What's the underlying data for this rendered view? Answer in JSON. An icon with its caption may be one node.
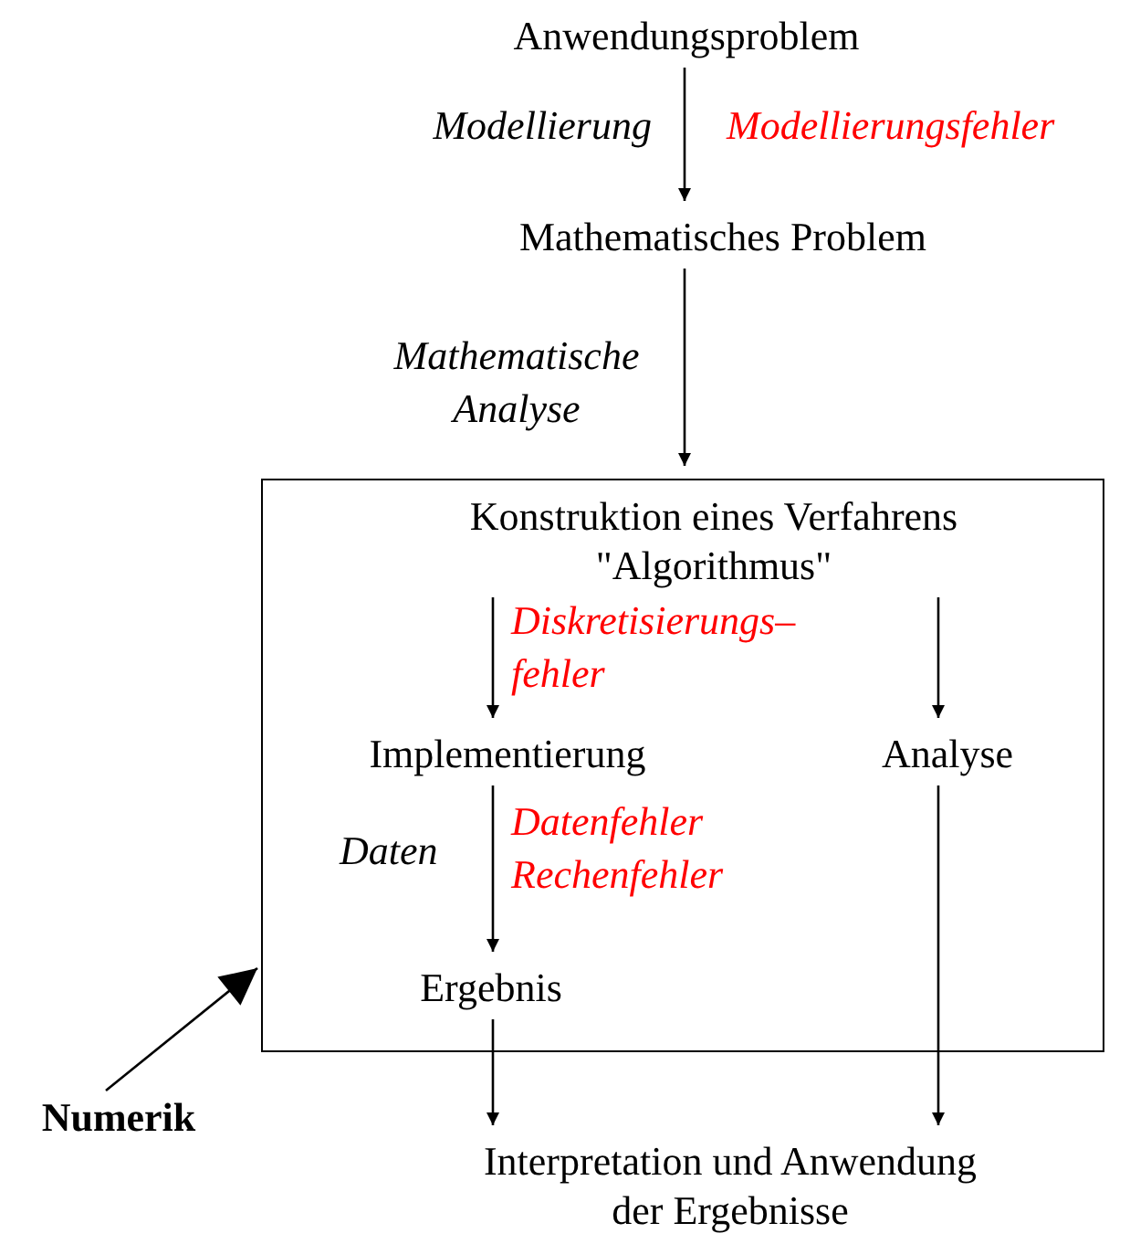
{
  "diagram": {
    "nodes": [
      {
        "text": [
          "Anwendungsproblem"
        ]
      },
      {
        "text": [
          "Mathematisches Problem"
        ]
      },
      {
        "text": [],
        "shape": "box"
      },
      {
        "text": [
          "Konstruktion eines Verfahrens \"Algorithmus\""
        ],
        "in": 2
      },
      {
        "text": [
          "Implementierung"
        ],
        "in": 2
      },
      {
        "text": [
          "Analyse"
        ],
        "in": 2
      },
      {
        "text": [
          "Ergebnis"
        ],
        "in": 2
      },
      {
        "text": [
          "Interpretation und Anwendung der Ergebnisse"
        ]
      },
      {
        "text": [
          "Numerik"
        ]
      }
    ],
    "edges": [
      {
        "from": 0,
        "to": 1,
        "arrow": "to",
        "label": "Modellierung"
      },
      {
        "from": 1,
        "to": 2,
        "arrow": "to",
        "label": "Mathematische Analyse"
      },
      {
        "from": 3,
        "to": 4,
        "arrow": "to"
      },
      {
        "from": 3,
        "to": 5,
        "arrow": "to"
      },
      {
        "from": 4,
        "to": 6,
        "arrow": "to",
        "label": "Daten"
      },
      {
        "from": 6,
        "to": 7,
        "arrow": "to"
      },
      {
        "from": 5,
        "to": 7,
        "arrow": "to"
      },
      {
        "from": 8,
        "to": 2,
        "arrow": "to"
      }
    ],
    "labels": [
      "Modellierungsfehler",
      "Diskretisierungs– fehler",
      "Datenfehler",
      "Rechenfehler"
    ]
  }
}
